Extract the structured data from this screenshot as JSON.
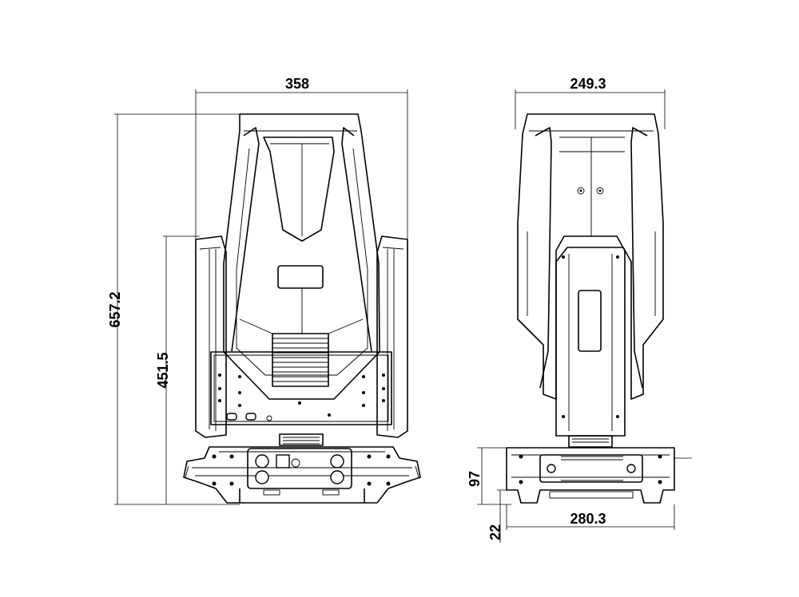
{
  "drawing": {
    "front_view": {
      "width_dim": "358",
      "total_height_dim": "657.2",
      "arm_height_dim": "451.5"
    },
    "side_view": {
      "width_dim": "249.3",
      "base_width_dim": "280.3",
      "base_height_dim": "97",
      "foot_height_dim": "22"
    },
    "line_color": "#000000",
    "background": "#ffffff"
  }
}
